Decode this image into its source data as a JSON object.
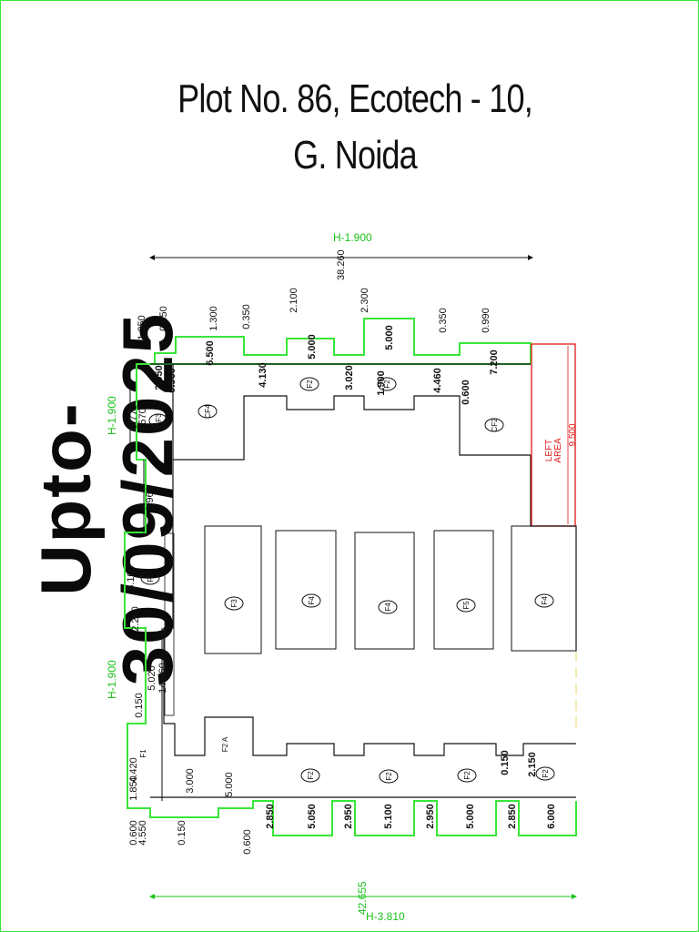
{
  "title": {
    "line1": "Plot No. 86, Ecotech - 10,",
    "line2": "G. Noida"
  },
  "stamp": "Upto-30/09/2025",
  "colors": {
    "outline": "#39e639",
    "plan": "#111111",
    "left_area": "#e01818",
    "height_text": "#19c219"
  },
  "top": {
    "overall": "38.260",
    "height": "H-1.900",
    "dims": [
      "0.650",
      "1.300",
      "0.350",
      "2.100",
      "2.300",
      "0.350",
      "0.990",
      "1.250"
    ]
  },
  "top_inner": {
    "dims": [
      "2.050",
      "0.960",
      "6.500",
      "4.130",
      "5.000",
      "3.020",
      "5.000",
      "1.900",
      "4.460",
      "0.600",
      "7.200"
    ]
  },
  "left": {
    "heights": [
      "H-1.900",
      "H-1.900"
    ],
    "dims": [
      "5.770",
      "4.570",
      "3.960",
      "5.100",
      "2.200",
      "5.020",
      "14.260",
      "0.150",
      "4.420",
      "1.850",
      "4.550",
      "0.600",
      "0.150",
      "3.000",
      "5.000",
      "0.600"
    ]
  },
  "bottom": {
    "overall": "42.655",
    "height": "H-3.810",
    "dims": [
      "2.850",
      "5.050",
      "2.950",
      "5.100",
      "2.950",
      "5.000",
      "2.850",
      "6.000",
      "0.150",
      "2.150"
    ]
  },
  "left_area": {
    "label_1": "LEFT",
    "label_2": "AREA",
    "dim": "9.500"
  },
  "rooms": {
    "cf4": "CF4",
    "cf3": "CF3",
    "cf2": "CF2",
    "f2": "F2",
    "f2a": "F2 A",
    "f1": "F1",
    "f3": "F3",
    "f4": "F4",
    "f5": "F5"
  }
}
